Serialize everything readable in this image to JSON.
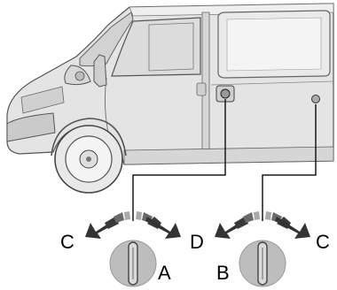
{
  "callouts": {
    "left_knob": {
      "left_label": "C",
      "right_label": "D",
      "knob_label": "A"
    },
    "right_knob": {
      "knob_label": "B",
      "right_label": "C"
    }
  },
  "colors": {
    "van_body": "#e4e4e4",
    "van_outline": "#555555",
    "arrow_dark": "#333333",
    "segment_dark": "#3a3a3a",
    "knob_fill": "#bdbdbd",
    "leader_line": "#1a1a1a"
  },
  "icons": {
    "left_knob": "rotary-knob-icon",
    "right_knob": "rotary-knob-icon",
    "van": "van-side-view-icon"
  }
}
